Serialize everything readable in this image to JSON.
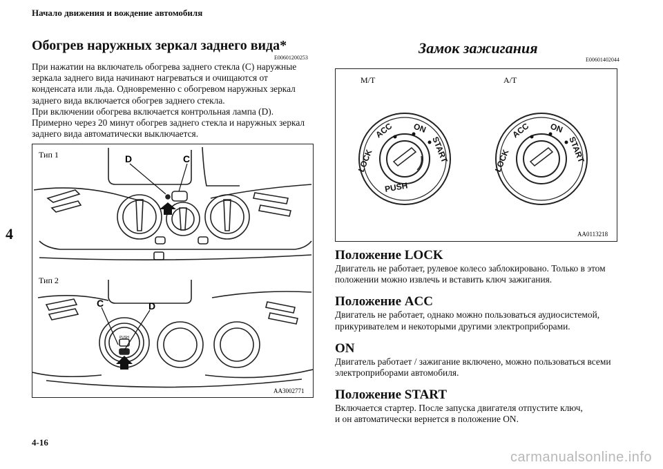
{
  "header": {
    "section_title": "Начало движения и вождение автомобиля"
  },
  "chapter_tab": "4",
  "page_number": "4-16",
  "left": {
    "title": "Обогрев наружных зеркал заднего вида*",
    "code": "E00601200253",
    "paragraph": "При нажатии на включатель обогрева заднего стекла (C) наружные\nзеркала заднего вида начинают нагреваться и очищаются от\nконденсата или льда. Одновременно с обогревом наружных зеркал\nзаднего вида включается обогрев заднего стекла.\nПри включении обогрева включается контрольная лампа (D).\nПримерно через 20 минут обогрев заднего стекла и наружных зеркал\nзаднего вида автоматически выключается.",
    "figure": {
      "type1_label": "Тип 1",
      "type2_label": "Тип 2",
      "label_d": "D",
      "label_c": "C",
      "push_text": "PUSH",
      "code": "AA3002771"
    }
  },
  "right": {
    "title": "Замок зажигания",
    "code": "E00601402044",
    "figure": {
      "mt_label": "M/T",
      "at_label": "A/T",
      "pos_lock": "LOCK",
      "pos_acc": "ACC",
      "pos_on": "ON",
      "pos_start": "START",
      "push_text": "PUSH",
      "code": "AA0113218"
    },
    "sections": [
      {
        "heading": "Положение LOCK",
        "text": "Двигатель не работает, рулевое колесо заблокировано. Только в этом\nположении можно извлечь и вставить ключ зажигания."
      },
      {
        "heading": "Положение ACC",
        "text": "Двигатель не работает, однако можно пользоваться аудиосистемой,\nприкуривателем и некоторыми другими электроприборами."
      },
      {
        "heading": "ON",
        "text": "Двигатель работает / зажигание включено, можно пользоваться всеми\nэлектроприборами автомобиля."
      },
      {
        "heading": "Положение START",
        "text": "Включается стартер. После запуска двигателя отпустите ключ,\nи он автоматически вернется в положение ON."
      }
    ]
  },
  "watermark": "carmanualsonline.info"
}
